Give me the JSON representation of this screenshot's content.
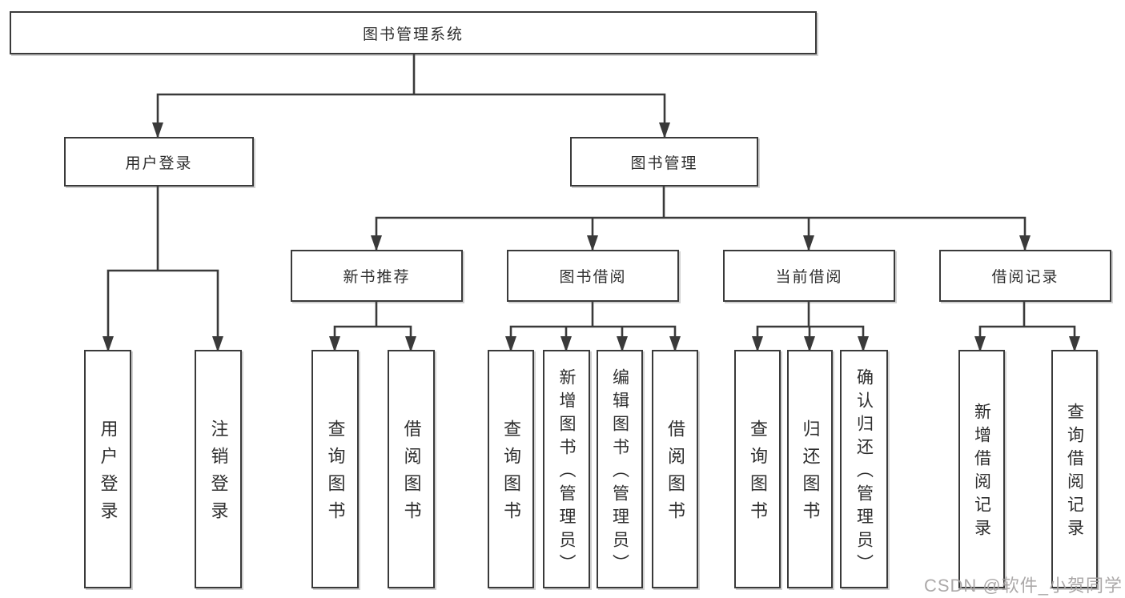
{
  "diagram": {
    "type": "hierarchy",
    "background": "#ffffff",
    "line_color": "#3a3a3a",
    "box_border_color": "#3a3a3a",
    "text_color": "#2e2e2e"
  },
  "nodes": {
    "root": {
      "label": "图书管理系统"
    },
    "user_login": {
      "label": "用户登录"
    },
    "book_mgmt": {
      "label": "图书管理"
    },
    "login_leaf": {
      "label": "用户登录"
    },
    "logout_leaf": {
      "label": "注销登录"
    },
    "new_book_rec": {
      "label": "新书推荐"
    },
    "book_borrow": {
      "label": "图书借阅"
    },
    "current_borrow": {
      "label": "当前借阅"
    },
    "borrow_records": {
      "label": "借阅记录"
    },
    "nb_query_books": {
      "label": "查询图书"
    },
    "nb_borrow_books": {
      "label": "借阅图书"
    },
    "bb_query_books": {
      "label": "查询图书"
    },
    "bb_add_books": {
      "label": "新增图书（管理员）"
    },
    "bb_edit_books": {
      "label": "编辑图书（管理员）"
    },
    "bb_borrow_books": {
      "label": "借阅图书"
    },
    "cb_query_books": {
      "label": "查询图书"
    },
    "cb_return_books": {
      "label": "归还图书"
    },
    "cb_confirm_return": {
      "label": "确认归还（管理员）"
    },
    "br_add_record": {
      "label": "新增借阅记录"
    },
    "br_query_record": {
      "label": "查询借阅记录"
    }
  },
  "hierarchy": {
    "root": [
      "user_login",
      "book_mgmt"
    ],
    "user_login": [
      "login_leaf",
      "logout_leaf"
    ],
    "book_mgmt": [
      "new_book_rec",
      "book_borrow",
      "current_borrow",
      "borrow_records"
    ],
    "new_book_rec": [
      "nb_query_books",
      "nb_borrow_books"
    ],
    "book_borrow": [
      "bb_query_books",
      "bb_add_books",
      "bb_edit_books",
      "bb_borrow_books"
    ],
    "current_borrow": [
      "cb_query_books",
      "cb_return_books",
      "cb_confirm_return"
    ],
    "borrow_records": [
      "br_add_record",
      "br_query_record"
    ]
  },
  "watermark": {
    "text": "CSDN @软件_小贺同学",
    "color": "#a5a2a2"
  }
}
